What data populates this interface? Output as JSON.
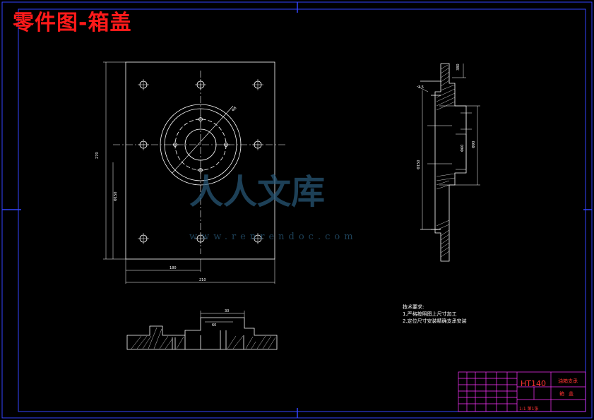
{
  "title": "零件图-箱盖",
  "watermark": {
    "text": "人人文库",
    "url": "www.renrendoc.com"
  },
  "notes": {
    "heading": "技术要求:",
    "items": [
      "1.严格按照图上尺寸加工",
      "2.定位尺寸安装精确支承安装"
    ]
  },
  "title_block": {
    "material": "HT140",
    "name_cell": "油箱支承",
    "part_name": "箱盖",
    "scale": "1:1  第1张"
  },
  "dimensions": {
    "height": "270",
    "inner": "Φ150",
    "bottom_half": "180",
    "bottom_full": "210",
    "side_top": "380",
    "side_a": "Φ60",
    "side_b": "Φ90",
    "side_c": "Φ150",
    "diag": "Φ8",
    "section_a": "30",
    "section_b": "60",
    "side_angle": "3.5"
  },
  "colors": {
    "lines": "#ffffff",
    "frame": "#3344ff",
    "title": "#ff1a1a",
    "titleblock": "#ff33ff",
    "watermark": "#2a5c7d"
  }
}
